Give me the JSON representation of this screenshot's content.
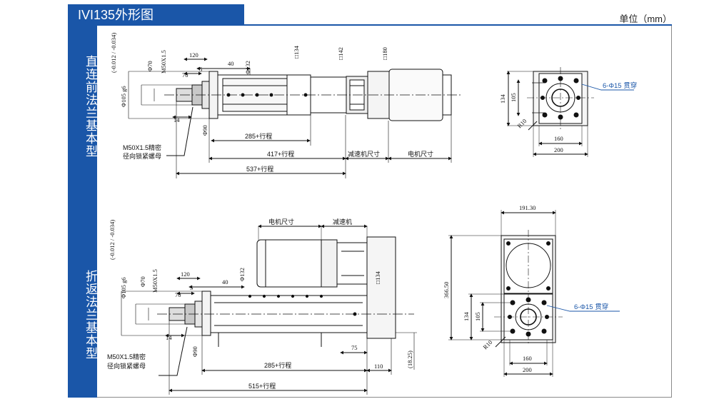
{
  "header": {
    "title": "IVI135外形图",
    "unit": "单位（mm）"
  },
  "sections": [
    {
      "label": "直连前法兰基本型"
    },
    {
      "label": "折返法兰基本型"
    }
  ],
  "top_view": {
    "dims": {
      "shaft_tol": "(-0.012 / -0.034)",
      "shaft_dia": "Φ105 g6",
      "d70": "Φ70",
      "thread": "M50X1.5",
      "d120": "120",
      "d40": "40",
      "d5": "5",
      "d70b": "70",
      "d132": "Φ132",
      "sq134": "□134",
      "sq142": "□142",
      "sq180": "□180",
      "d14": "14",
      "d90": "Φ90",
      "stroke285": "285+行程",
      "stroke417": "417+行程",
      "gearbox": "减速机尺寸",
      "motor": "电机尺寸",
      "stroke537": "537+行程",
      "nut_line1": "M50X1.5精密",
      "nut_line2": "径向锁紧螺母"
    },
    "end_view": {
      "holes": "6-Φ15 贯穿",
      "h134": "134",
      "h105": "105",
      "r10": "R10",
      "w160": "160",
      "w200": "200"
    }
  },
  "bottom_view": {
    "dims": {
      "motor": "电机尺寸",
      "gearbox": "减速机",
      "shaft_tol": "(-0.012 / -0.034)",
      "shaft_dia": "Φ105 g6",
      "d70": "Φ70",
      "thread": "M50X1.5",
      "d120": "120",
      "d40": "40",
      "d5": "5",
      "d70b": "70",
      "d132": "Φ132",
      "sq134": "□134",
      "d14": "14",
      "d90": "Φ90",
      "d75": "75",
      "d110": "110",
      "d18": "(18.25)",
      "stroke285": "285+行程",
      "stroke515": "515+行程",
      "nut_line1": "M50X1.5精密",
      "nut_line2": "径向锁紧螺母"
    },
    "end_view": {
      "w191": "191.30",
      "h366": "366.50",
      "holes": "6-Φ15 贯穿",
      "h134": "134",
      "h105": "105",
      "r10": "R10",
      "w160": "160",
      "w200": "200"
    }
  }
}
